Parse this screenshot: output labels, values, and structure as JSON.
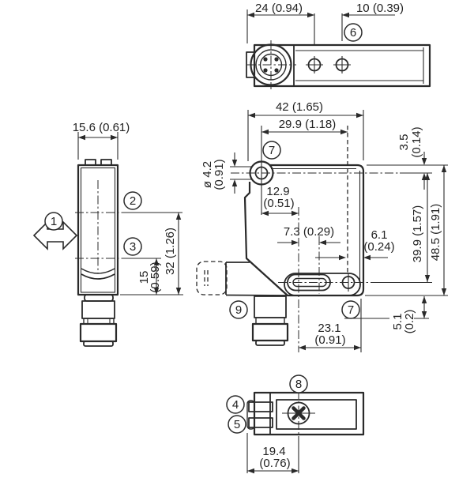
{
  "drawing": {
    "labels": {
      "dim_24": "24 (0.94)",
      "dim_10": "10 (0.39)",
      "dim_15_6": "15.6 (0.61)",
      "dim_32": "32 (1.26)",
      "dim_15_a": "15",
      "dim_15_b": "(0.59)",
      "dim_42": "42 (1.65)",
      "dim_29_9": "29.9 (1.18)",
      "dim_dia_a": "ø 4.2",
      "dim_dia_b": "(0.91)",
      "dim_12_9_a": "12.9",
      "dim_12_9_b": "(0.51)",
      "dim_7_3": "7.3 (0.29)",
      "dim_6_1_a": "6.1",
      "dim_6_1_b": "(0.24)",
      "dim_3_5_a": "3.5",
      "dim_3_5_b": "(0.14)",
      "dim_39_9": "39.9 (1.57)",
      "dim_48_5": "48.5 (1.91)",
      "dim_5_1_a": "5.1",
      "dim_5_1_b": "(0.2)",
      "dim_23_1_a": "23.1",
      "dim_23_1_b": "(0.91)",
      "dim_19_4_a": "19.4",
      "dim_19_4_b": "(0.76)"
    },
    "callouts": {
      "c1": "1",
      "c2": "2",
      "c3": "3",
      "c4": "4",
      "c5": "5",
      "c6": "6",
      "c7": "7",
      "c7b": "7",
      "c8": "8",
      "c9": "9"
    },
    "colors": {
      "line": "#2a2a2a",
      "text": "#222222",
      "background": "#ffffff"
    }
  }
}
